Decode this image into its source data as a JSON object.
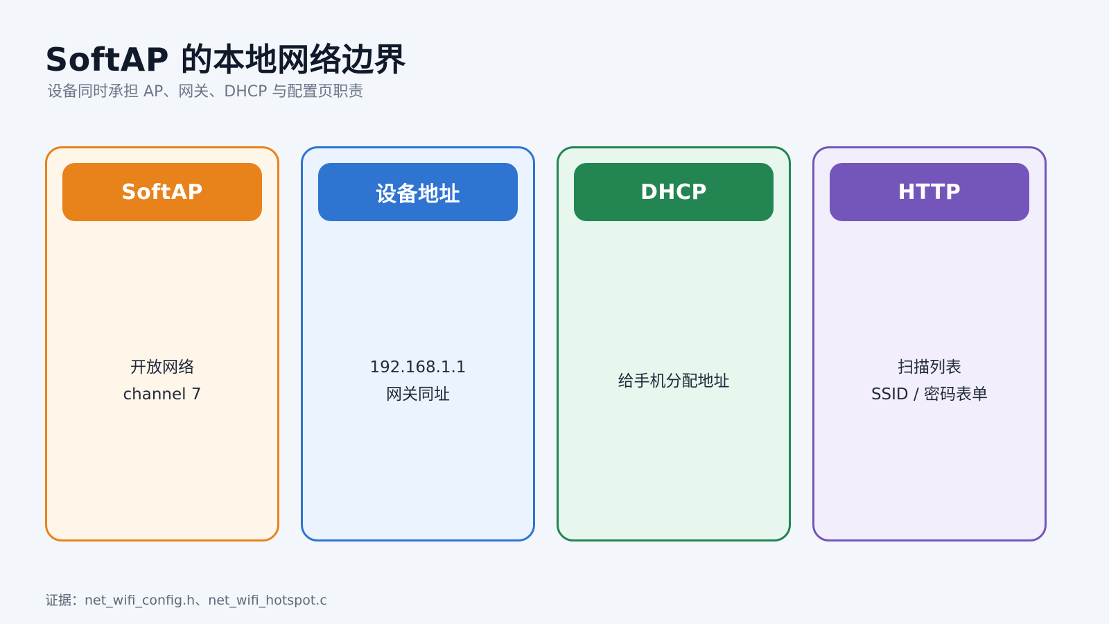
{
  "header": {
    "title": "SoftAP 的本地网络边界",
    "subtitle": "设备同时承担 AP、网关、DHCP 与配置页职责"
  },
  "cards": [
    {
      "title": "SoftAP",
      "lines": [
        "开放网络",
        "channel 7"
      ],
      "accent": "#e8821a",
      "background": "#fff6ea"
    },
    {
      "title": "设备地址",
      "lines": [
        "192.168.1.1",
        "网关同址"
      ],
      "accent": "#2f74d0",
      "background": "#ebf3fe"
    },
    {
      "title": "DHCP",
      "lines": [
        "给手机分配地址"
      ],
      "accent": "#228552",
      "background": "#e8f7ee"
    },
    {
      "title": "HTTP",
      "lines": [
        "扫描列表",
        "SSID / 密码表单"
      ],
      "accent": "#7456ba",
      "background": "#f3eefc"
    }
  ],
  "footer": {
    "evidence": "证据：net_wifi_config.h、net_wifi_hotspot.c"
  }
}
